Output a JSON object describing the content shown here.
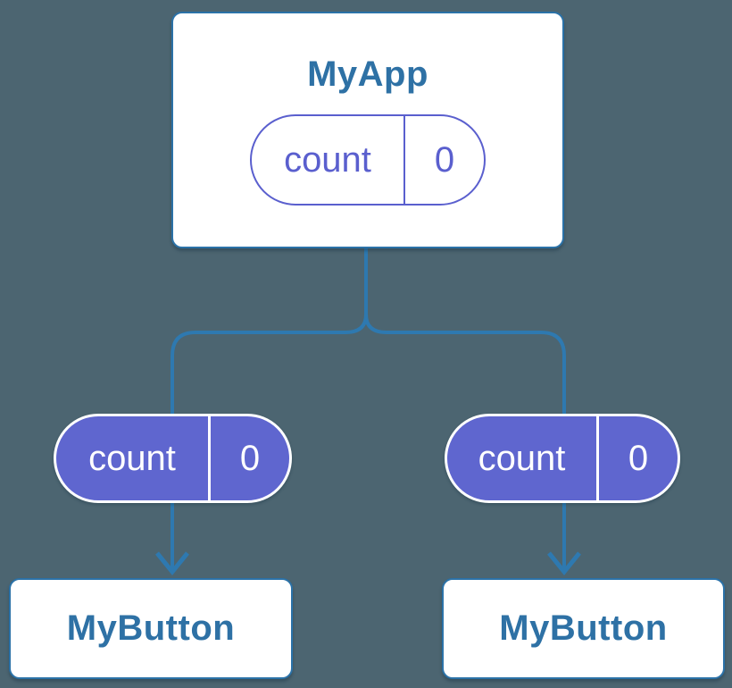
{
  "background_color": "#4c6571",
  "colors": {
    "connector_blue": "#2e79b0",
    "node_border_blue": "#2b72a8",
    "node_title_blue": "#2e71a5",
    "pill_fill_purple": "#5f66cf",
    "pill_outline_purple": "#5a5fce",
    "node_fill_white": "#ffffff"
  },
  "diagram": {
    "root": {
      "title": "MyApp",
      "state": {
        "label": "count",
        "value": "0"
      }
    },
    "children": [
      {
        "title": "MyButton",
        "prop": {
          "label": "count",
          "value": "0"
        }
      },
      {
        "title": "MyButton",
        "prop": {
          "label": "count",
          "value": "0"
        }
      }
    ]
  }
}
